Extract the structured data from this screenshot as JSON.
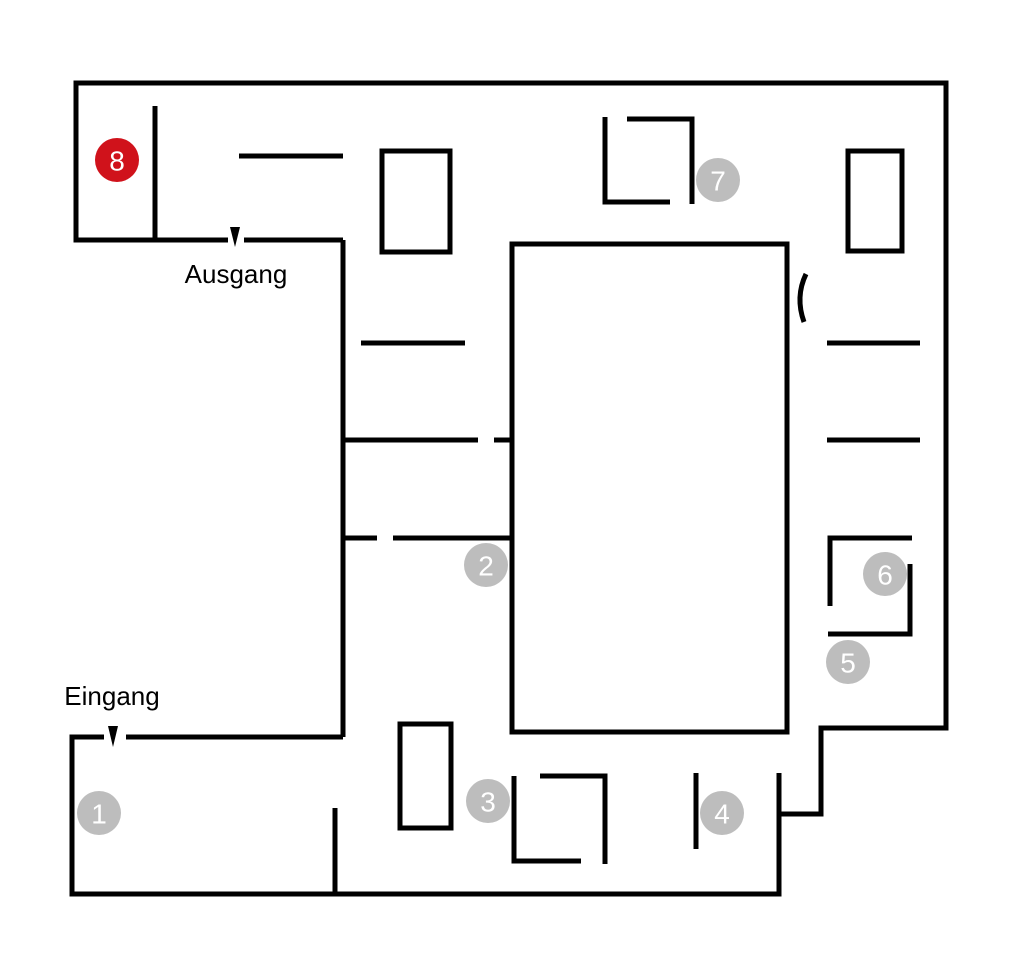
{
  "labels": {
    "exit": "Ausgang",
    "entrance": "Eingang"
  },
  "markers": [
    {
      "id": "1",
      "state": "inactive"
    },
    {
      "id": "2",
      "state": "inactive"
    },
    {
      "id": "3",
      "state": "inactive"
    },
    {
      "id": "4",
      "state": "inactive"
    },
    {
      "id": "5",
      "state": "inactive"
    },
    {
      "id": "6",
      "state": "inactive"
    },
    {
      "id": "7",
      "state": "inactive"
    },
    {
      "id": "8",
      "state": "active"
    }
  ],
  "colors": {
    "marker_inactive": "#bdbdbd",
    "marker_active": "#d0121b",
    "wall": "#000000"
  },
  "icons": {
    "door_arrow": "down-triangle-icon"
  }
}
